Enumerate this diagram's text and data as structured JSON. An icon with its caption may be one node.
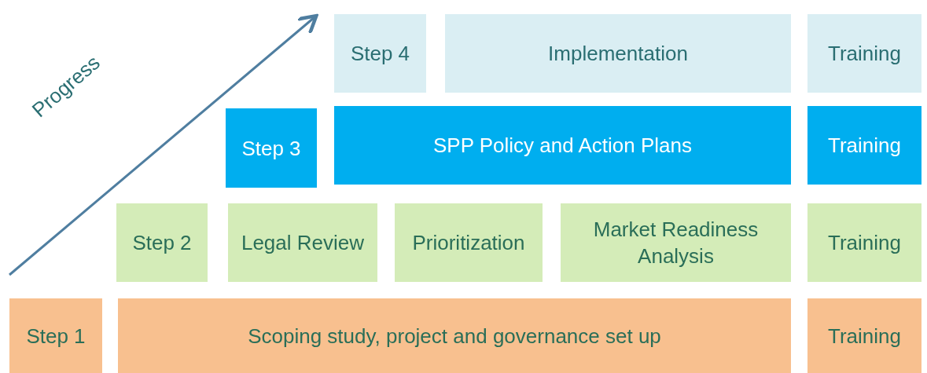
{
  "diagram": {
    "nodes": [
      {
        "text": [
          "Step 4"
        ]
      },
      {
        "text": [
          "Implementation"
        ]
      },
      {
        "text": [
          "Training"
        ]
      },
      {
        "text": [
          "Step 3"
        ]
      },
      {
        "text": [
          "SPP Policy and Action Plans"
        ]
      },
      {
        "text": [
          "Training"
        ]
      },
      {
        "text": [
          "Step 2"
        ]
      },
      {
        "text": [
          "Legal Review"
        ]
      },
      {
        "text": [
          "Prioritization"
        ]
      },
      {
        "text": [
          "Market Readiness Analysis"
        ]
      },
      {
        "text": [
          "Training"
        ]
      },
      {
        "text": [
          "Step 1"
        ]
      },
      {
        "text": [
          "Scoping study, project and governance set up"
        ]
      },
      {
        "text": [
          "Training"
        ]
      }
    ],
    "labels": [
      "Progress"
    ]
  }
}
